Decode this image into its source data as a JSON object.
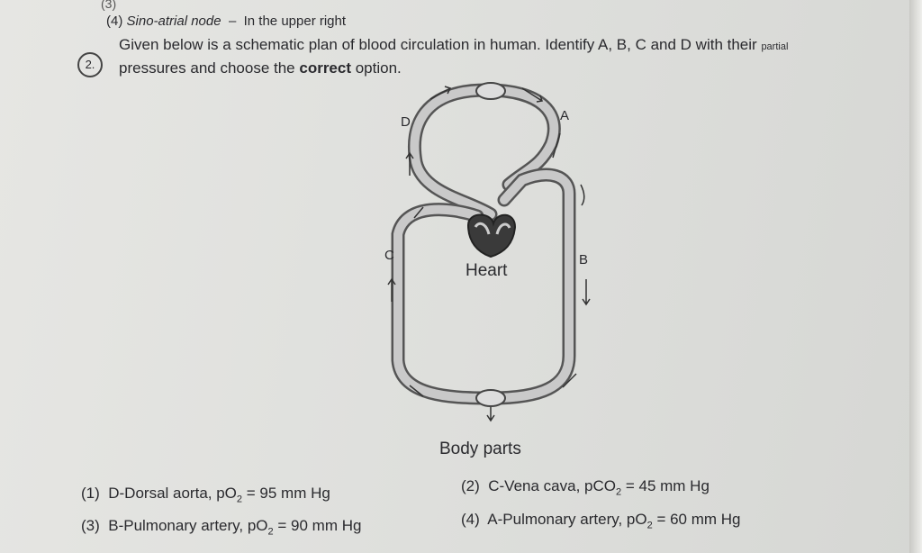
{
  "previous_question": {
    "option3_fragment": "(3)",
    "option4_number": "(4)",
    "option4_label": "Sino-atrial node",
    "option4_dash": "–",
    "option4_text": "In the upper right"
  },
  "question": {
    "number": "2.",
    "line1": "Given below is a schematic plan of blood circulation in human. Identify A, B, C and D with their",
    "line1_end": "partial",
    "line2_start": "pressures and choose the ",
    "line2_bold": "correct",
    "line2_end": " option."
  },
  "diagram": {
    "labels": {
      "A": "A",
      "B": "B",
      "C": "C",
      "D": "D"
    },
    "heart": "Heart",
    "body": "Body parts"
  },
  "options": [
    {
      "num": "(1)",
      "pre": "D-Dorsal aorta, pO",
      "sub": "2",
      "post": " = 95 mm Hg"
    },
    {
      "num": "(2)",
      "pre": "C-Vena cava, pCO",
      "sub": "2",
      "post": " = 45 mm Hg"
    },
    {
      "num": "(3)",
      "pre": "B-Pulmonary artery, pO",
      "sub": "2",
      "post": " = 90 mm Hg"
    },
    {
      "num": "(4)",
      "pre": "A-Pulmonary artery, pO",
      "sub": "2",
      "post": " = 60 mm Hg"
    }
  ]
}
